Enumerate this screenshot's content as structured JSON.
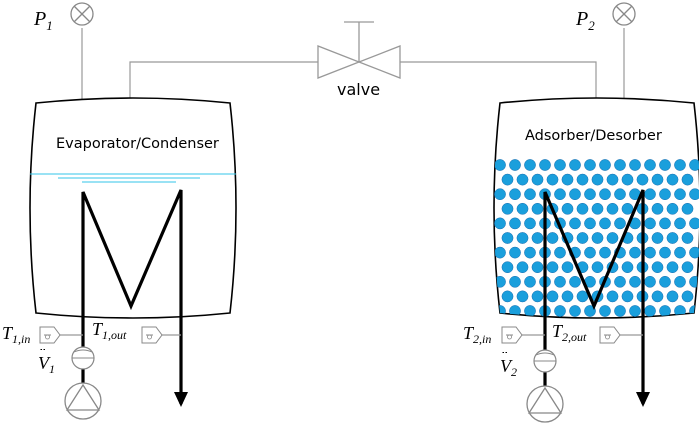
{
  "gauges": {
    "left": {
      "symbol": "P",
      "sub": "1"
    },
    "right": {
      "symbol": "P",
      "sub": "2"
    }
  },
  "valve": {
    "label": "valve"
  },
  "vessels": {
    "left": {
      "title": "Evaporator/Condenser"
    },
    "right": {
      "title": "Adsorber/Desorber"
    }
  },
  "sensors": {
    "left_in": {
      "symbol": "T",
      "sub": "1,in"
    },
    "left_out": {
      "symbol": "T",
      "sub": "1,out"
    },
    "right_in": {
      "symbol": "T",
      "sub": "2,in"
    },
    "right_out": {
      "symbol": "T",
      "sub": "2,out"
    }
  },
  "flow": {
    "left": {
      "symbol": "V",
      "sub": "1"
    },
    "right": {
      "symbol": "V",
      "sub": "2"
    }
  },
  "colors": {
    "line": "#000000",
    "pipe": "#999999",
    "water": "#33c6ea",
    "adsorbent": "#1a9fdc",
    "adsorbent_stroke": "#1e6fb0",
    "sensor": "#888888"
  }
}
